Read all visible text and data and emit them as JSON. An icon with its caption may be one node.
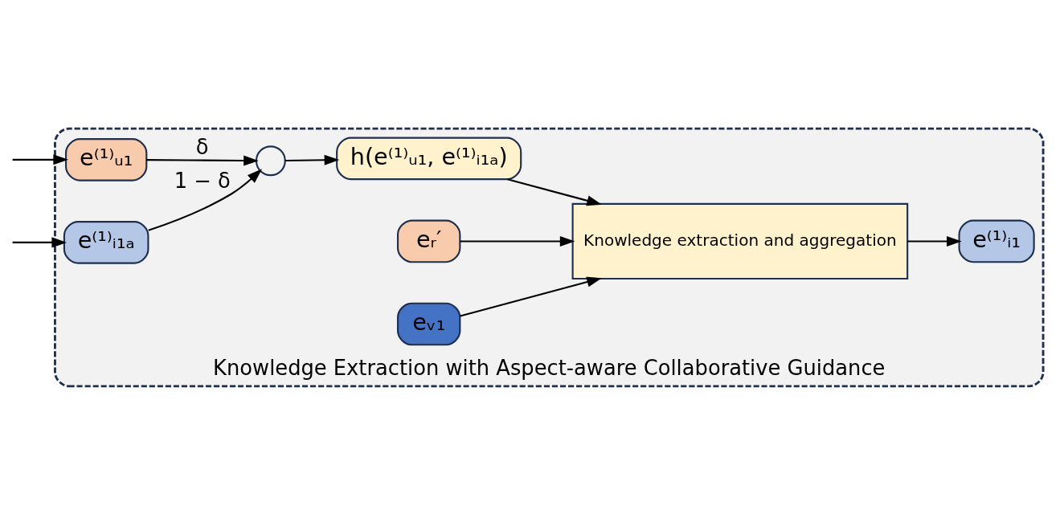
{
  "diagram": {
    "nodes": [
      {
        "text": [
          "Knowledge Extraction with Aspect-aware Collaborative Guidance"
        ]
      },
      {
        "text": [
          "e⁽¹⁾ᵤ₁"
        ],
        "in": 0
      },
      {
        "text": [
          "e⁽¹⁾ᵢ₁ₐ"
        ],
        "in": 0
      },
      {
        "text": [],
        "shape": "circle",
        "in": 0
      },
      {
        "text": [
          "h(e⁽¹⁾ᵤ₁, e⁽¹⁾ᵢ₁ₐ)"
        ],
        "in": 0
      },
      {
        "text": [
          "eᵣ′"
        ],
        "in": 0
      },
      {
        "text": [
          "eᵥ₁"
        ],
        "in": 0
      },
      {
        "text": [
          "Knowledge extraction and aggregation"
        ],
        "in": 0
      },
      {
        "text": [
          "e⁽¹⁾ᵢ₁"
        ],
        "in": 0
      }
    ],
    "edges": [
      {
        "from": null,
        "to": 1,
        "arrow": "to"
      },
      {
        "from": null,
        "to": 2,
        "arrow": "to"
      },
      {
        "from": 1,
        "to": 3,
        "arrow": "to",
        "label": "δ"
      },
      {
        "from": 2,
        "to": 3,
        "arrow": "to",
        "label": "1 − δ"
      },
      {
        "from": 3,
        "to": 4,
        "arrow": "to"
      },
      {
        "from": 4,
        "to": 7,
        "arrow": "to"
      },
      {
        "from": 5,
        "to": 7,
        "arrow": "to"
      },
      {
        "from": 6,
        "to": 7,
        "arrow": "to"
      },
      {
        "from": 7,
        "to": 8,
        "arrow": "to"
      }
    ]
  }
}
